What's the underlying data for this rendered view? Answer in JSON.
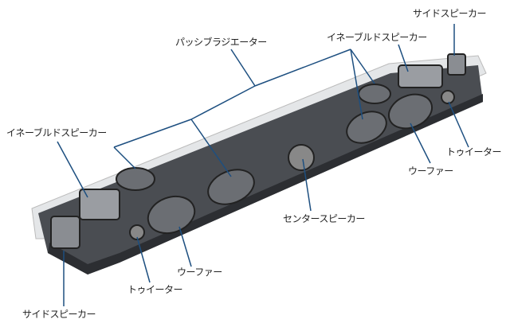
{
  "labels": {
    "side_speaker_top": "サイドスピーカー",
    "passive_radiator": "パッシブラジエーター",
    "enabled_speaker_top": "イネーブルドスピーカー",
    "enabled_speaker_left": "イネーブルドスピーカー",
    "tweeter_right": "トゥイーター",
    "woofer_right": "ウーファー",
    "center_speaker": "センタースピーカー",
    "woofer_bottom": "ウーファー",
    "tweeter_bottom": "トゥイーター",
    "side_speaker_bottom": "サイドスピーカー"
  },
  "colors": {
    "leader_line": "#1d4f80",
    "body": "#3a3d42",
    "lid": "#d8dadc"
  }
}
